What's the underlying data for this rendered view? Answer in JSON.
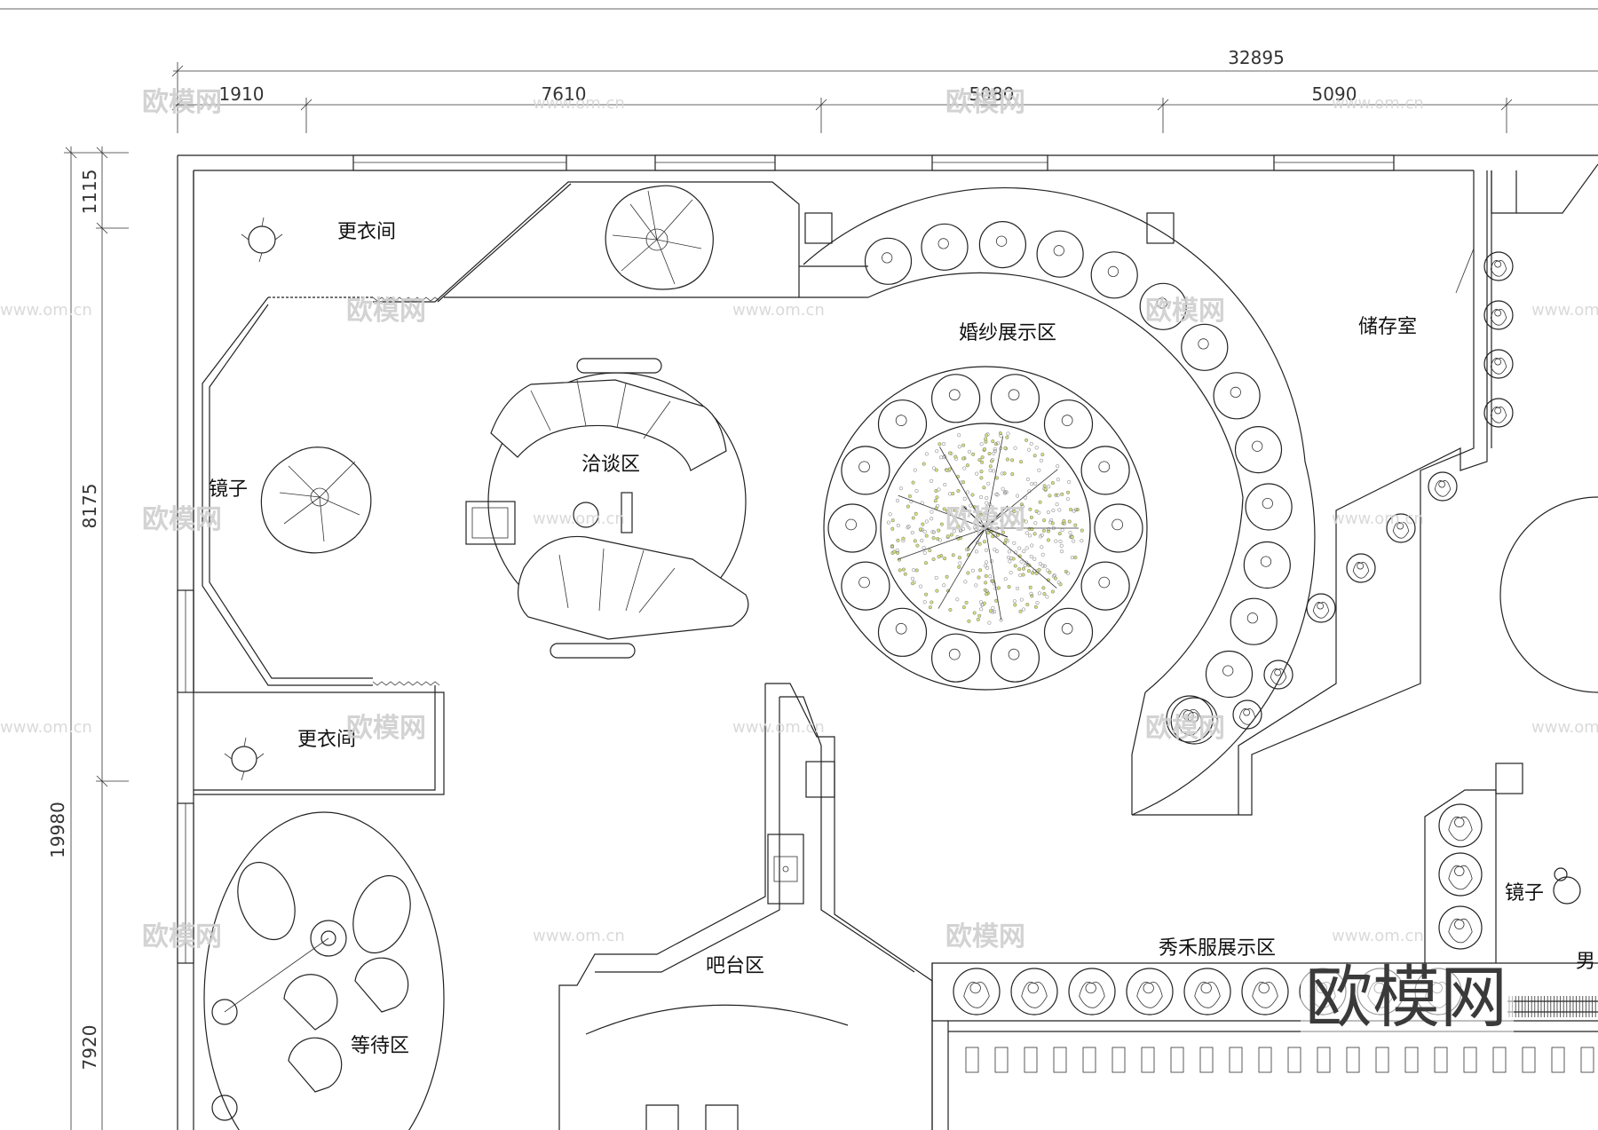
{
  "dimensions": {
    "overall_width": "32895",
    "segments": [
      "1910",
      "7610",
      "5080",
      "5090"
    ],
    "overall_height": "19980",
    "vertical_segments": [
      "1115",
      "8175",
      "7920"
    ]
  },
  "rooms": {
    "changing_room_top": "更衣间",
    "changing_room_bottom": "更衣间",
    "mirror_left": "镜子",
    "mirror_right": "镜子",
    "negotiation_area": "洽谈区",
    "wedding_dress_display": "婚纱展示区",
    "storage_room": "储存室",
    "bar_area": "吧台区",
    "xiuhe_display": "秀禾服展示区",
    "waiting_area": "等待区",
    "mens_partial": "男"
  },
  "watermark": {
    "brand": "欧模网",
    "url": "www.om.cn"
  },
  "colors": {
    "line": "#222222",
    "tree_dots": "#d6e07a",
    "watermark": "#cfcfcf",
    "background": "#ffffff"
  }
}
